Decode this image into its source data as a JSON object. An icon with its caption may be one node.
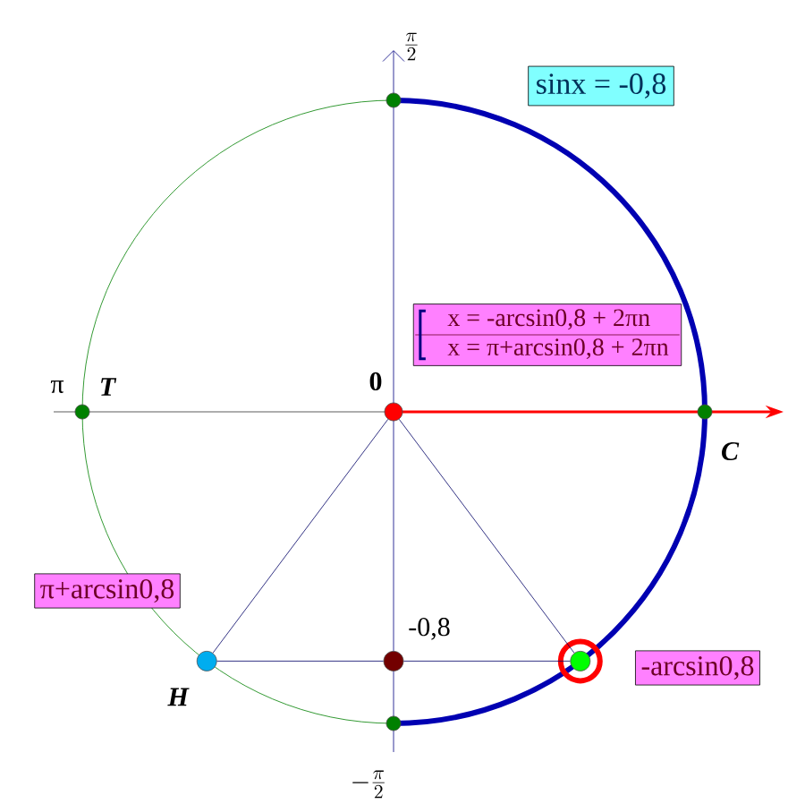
{
  "diagram": {
    "nodes": [
      {
        "text": [
          "sinx = -0,8"
        ]
      },
      {
        "text": [
          "x = -arcsin0,8 + 2πn",
          "x = π+arcsin0,8 + 2πn"
        ]
      },
      {
        "text": [
          "π+arcsin0,8"
        ]
      },
      {
        "text": [
          "-arcsin0,8"
        ]
      },
      {
        "text": [],
        "shape": "circle",
        "beside": [
          "H"
        ]
      },
      {
        "text": [],
        "shape": "circle"
      },
      {
        "text": [],
        "shape": "circle",
        "beside": [
          "0"
        ]
      },
      {
        "text": [],
        "shape": "circle",
        "beside": [
          "-0,8"
        ]
      },
      {
        "text": [],
        "shape": "circle",
        "beside": [
          "C"
        ]
      },
      {
        "text": [],
        "shape": "circle",
        "beside": [
          "π",
          "T"
        ]
      },
      {
        "text": [],
        "shape": "circle",
        "beside": [
          "\\frac{\\pi}{2}"
        ]
      },
      {
        "text": [],
        "shape": "circle",
        "beside": [
          "-\\frac{\\pi}{2}"
        ]
      }
    ],
    "edges": [
      {
        "from": 6,
        "to": 4,
        "arrow": "none"
      },
      {
        "from": 6,
        "to": 5,
        "arrow": "none"
      },
      {
        "from": 4,
        "to": 7,
        "arrow": "none"
      },
      {
        "from": 7,
        "to": 5,
        "arrow": "none"
      }
    ]
  }
}
